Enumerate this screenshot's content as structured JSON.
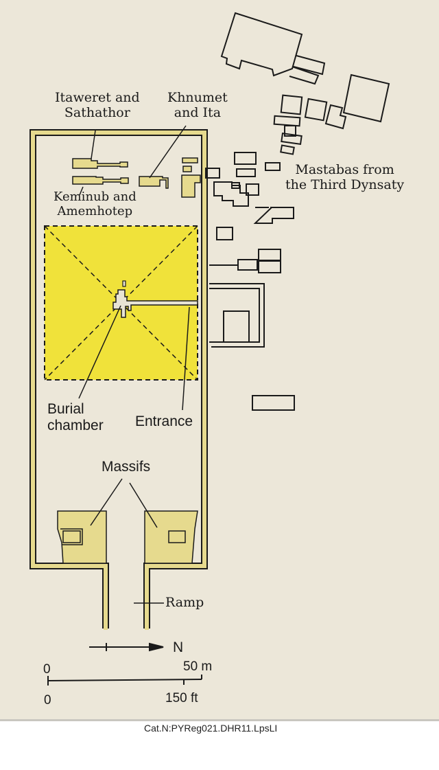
{
  "labels": {
    "itaweret": [
      "Itaweret and",
      "Sathathor"
    ],
    "khnumet": [
      "Khnumet",
      "and Ita"
    ],
    "keminub": [
      "Keminub and",
      "Amemhotep"
    ],
    "mastabas": [
      "Mastabas from",
      "the Third Dynsaty"
    ],
    "burial": [
      "Burial",
      "chamber"
    ],
    "entrance": "Entrance",
    "massifs": "Massifs",
    "ramp": "Ramp",
    "north": "N"
  },
  "scale": {
    "metric_zero": "0",
    "metric_end": "50 m",
    "imperial_zero": "0",
    "imperial_end": "150 ft"
  },
  "catalog": "Cat.N:PYReg021.DHR11.LpsLI",
  "colors": {
    "background": "#ece7d9",
    "wall": "#e6da8e",
    "pyramid": "#f0e23a",
    "line": "#1a1a1a"
  }
}
